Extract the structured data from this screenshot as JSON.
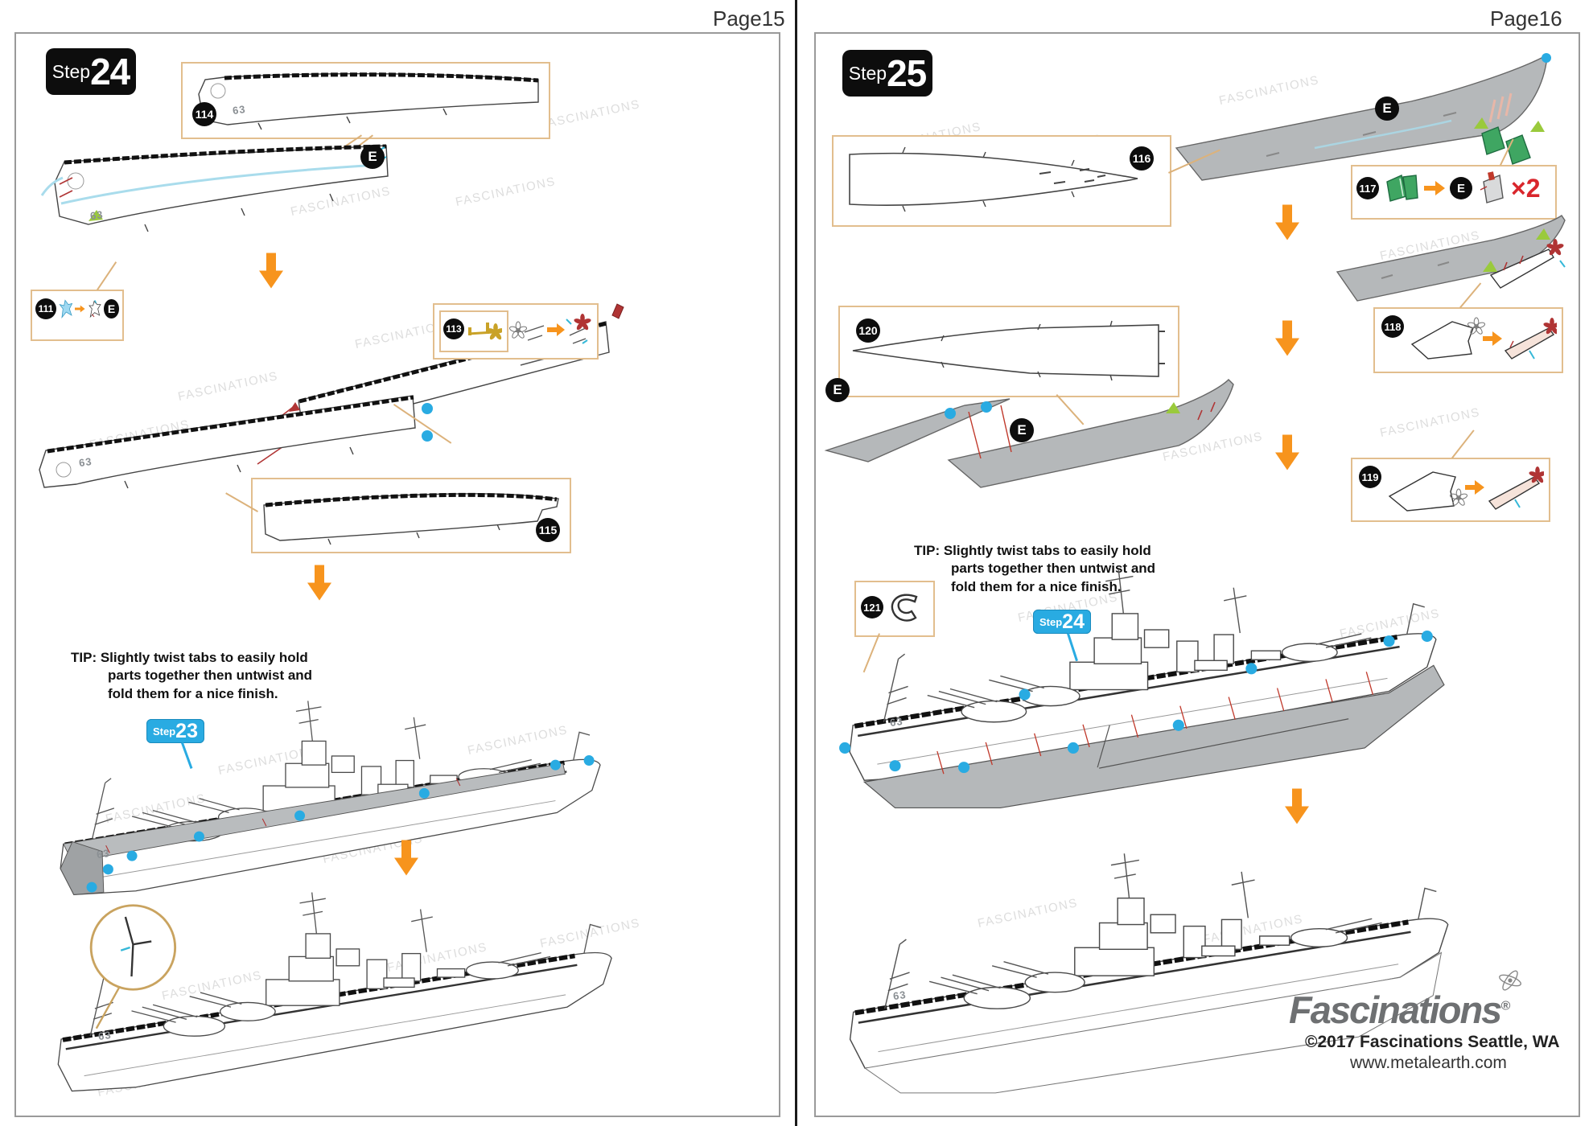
{
  "watermark": "FASCINATIONS",
  "tip_lines": [
    "TIP: Slightly twist tabs to easily hold",
    "parts together then untwist and",
    "fold them for a nice finish."
  ],
  "page15": {
    "page_label": "Page15",
    "step": {
      "prefix": "Step",
      "number": "24"
    },
    "step_ref": {
      "prefix": "Step",
      "number": "23"
    },
    "connector": "E",
    "hull_marking": "63",
    "parts": {
      "p114": "114",
      "p111": "111",
      "p113": "113",
      "p115": "115"
    }
  },
  "page16": {
    "page_label": "Page16",
    "step": {
      "prefix": "Step",
      "number": "25"
    },
    "step_ref": {
      "prefix": "Step",
      "number": "24"
    },
    "connector": "E",
    "multiplier": "×2",
    "hull_marking": "63",
    "parts": {
      "p116": "116",
      "p117": "117",
      "p118": "118",
      "p119": "119",
      "p120": "120",
      "p121": "121"
    },
    "footer": {
      "brand": "Fascinations",
      "registered": "®",
      "copyright": "©2017 Fascinations Seattle, WA",
      "website": "www.metalearth.com"
    }
  },
  "colors": {
    "accent_orange": "#F7941D",
    "accent_blue": "#29ABE2",
    "box_border": "#E2BE8E",
    "metal_gray": "#B5B8BA",
    "green_part": "#3FA662",
    "alert_red": "#D9262C",
    "ink": "#111111",
    "watermark_gray": "#C7C7C7"
  }
}
